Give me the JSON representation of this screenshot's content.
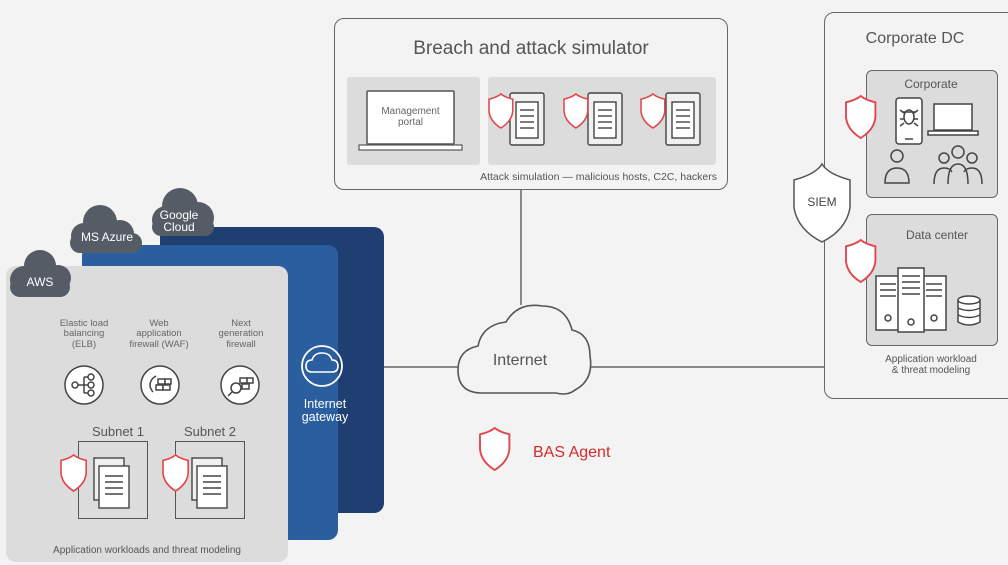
{
  "colors": {
    "background": "#f3f3f3",
    "box_border": "#666666",
    "inner_panel": "#dcdcdc",
    "dark_navy": "#1f3f73",
    "mid_blue": "#2b5e9e",
    "cloud_tag": "#565c66",
    "shield_red": "#e0474c",
    "legend_red": "#d62b2b",
    "line": "#666666"
  },
  "bas": {
    "title": "Breach and attack simulator",
    "management_portal": "Management\nportal",
    "caption": "Attack simulation — malicious hosts, C2C, hackers"
  },
  "corporate_dc": {
    "title": "Corporate DC",
    "corporate_label": "Corporate",
    "siem_label": "SIEM",
    "data_center_label": "Data center",
    "caption": "Application workload\n& threat modeling"
  },
  "cloud": {
    "tags": [
      "Google\nCloud",
      "MS Azure",
      "AWS"
    ],
    "services": [
      {
        "label": "Elastic load\nbalancing\n(ELB)",
        "icon": "load-balancer-icon"
      },
      {
        "label": "Web\napplication\nfirewall (WAF)",
        "icon": "waf-icon"
      },
      {
        "label": "Next\ngeneration\nfirewall",
        "icon": "ngfw-icon"
      }
    ],
    "subnets": [
      "Subnet 1",
      "Subnet 2"
    ],
    "caption": "Application workloads and threat modeling"
  },
  "gateway_label": "Internet\ngateway",
  "internet_label": "Internet",
  "legend": {
    "label": "BAS Agent",
    "icon": "shield-icon"
  }
}
